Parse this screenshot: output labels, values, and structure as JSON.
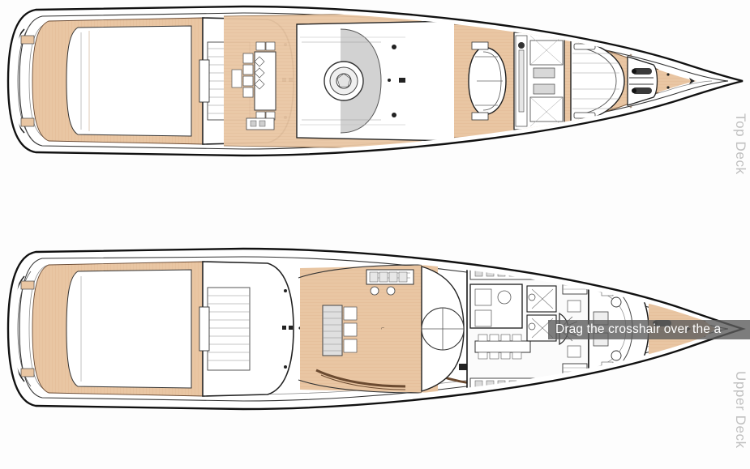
{
  "page": {
    "background_color": "#ffffff",
    "subject": "Motor yacht general arrangement deck plans"
  },
  "decks": [
    {
      "id": "top-deck",
      "label": "Top Deck",
      "label_color": "#c0c0c0",
      "orientation": "stern at left, bow at right",
      "features": [
        "aft sun deck teak",
        "curved transom",
        "stairway",
        "dining table with chairs",
        "spiral stair / circular lounge",
        "sky lounge",
        "tender on chocks",
        "foredeck seating",
        "anchor windlass",
        "bow teak"
      ]
    },
    {
      "id": "upper-deck",
      "label": "Upper Deck",
      "label_color": "#c0c0c0",
      "orientation": "stern at left, bow at right",
      "features": [
        "aft deck teak",
        "curved transom",
        "stairway",
        "aft lounge seating",
        "circular table",
        "main salon",
        "galley",
        "cabins with en-suite heads",
        "dining table with chairs",
        "spiral stair",
        "tender on chocks",
        "foredeck seating",
        "anchor windlass"
      ]
    }
  ],
  "overlay": {
    "crosshair_hint": "Drag the crosshair over the a",
    "hint_background": "rgba(92,92,92,0.80)",
    "hint_text_color": "#ffffff"
  },
  "palette": {
    "teak": "#e9c6a3",
    "teak_dark": "#dcab82",
    "hull_white": "#ffffff",
    "outline": "#1a1a1a",
    "line": "#555555",
    "line_light": "#9a9a9a",
    "shadow_grey": "#8d8d8d"
  }
}
